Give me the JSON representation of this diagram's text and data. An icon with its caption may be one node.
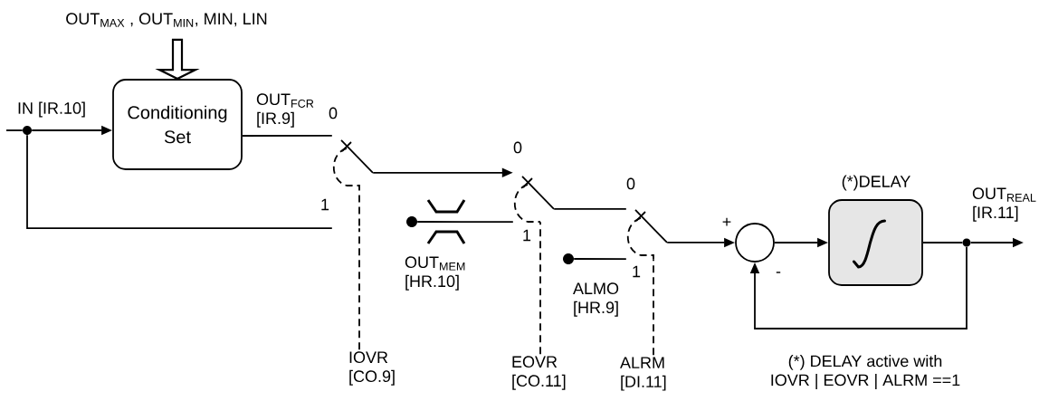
{
  "diagram": {
    "nodes": [
      {
        "text": [
          "OUT$_{MAX}$ , OUT$_{MIN}$, MIN, LIN"
        ]
      },
      {
        "text": [],
        "shape": "dot"
      },
      {
        "text": [
          "Conditioning Set"
        ]
      },
      {
        "text": [],
        "shape": "switch",
        "beside": [
          "0",
          "1"
        ]
      },
      {
        "text": [
          "IOVR [CO.9]"
        ]
      },
      {
        "text": [],
        "shape": "dot",
        "beside": [
          "OUT$_{MEM}$ [HR.10]"
        ]
      },
      {
        "text": [],
        "shape": "switch",
        "beside": [
          "0",
          "1"
        ]
      },
      {
        "text": [
          "EOVR [CO.11]"
        ]
      },
      {
        "text": [],
        "shape": "dot",
        "beside": [
          "ALMO [HR.9]"
        ]
      },
      {
        "text": [],
        "shape": "switch",
        "beside": [
          "0",
          "1"
        ]
      },
      {
        "text": [
          "ALRM [DI.11]"
        ]
      },
      {
        "text": [],
        "shape": "circle",
        "beside": [
          "+",
          "-"
        ]
      },
      {
        "text": [
          "(*)DELAY"
        ]
      },
      {
        "text": [],
        "shape": "dot"
      }
    ],
    "edges": [
      {
        "from": null,
        "to": 1,
        "arrow": "none"
      },
      {
        "from": 1,
        "to": 2,
        "arrow": "to",
        "label": "IN [IR.10]"
      },
      {
        "from": 1,
        "to": 3,
        "arrow": "none"
      },
      {
        "from": 0,
        "to": 2,
        "arrow": "to",
        "style": "thick"
      },
      {
        "from": 2,
        "to": 3,
        "arrow": "none",
        "label": "OUT$_{FCR}$ [IR.9]"
      },
      {
        "from": 4,
        "to": 3,
        "arrow": "none",
        "style": "dashed"
      },
      {
        "from": 3,
        "to": 6,
        "arrow": "to"
      },
      {
        "from": 5,
        "to": 6,
        "arrow": "none"
      },
      {
        "from": 7,
        "to": 6,
        "arrow": "none",
        "style": "dashed"
      },
      {
        "from": 6,
        "to": 9,
        "arrow": "none"
      },
      {
        "from": 8,
        "to": 9,
        "arrow": "none"
      },
      {
        "from": 10,
        "to": 9,
        "arrow": "none",
        "style": "dashed"
      },
      {
        "from": 9,
        "to": 11,
        "arrow": "to"
      },
      {
        "from": 11,
        "to": 12,
        "arrow": "to"
      },
      {
        "from": 12,
        "to": 13,
        "arrow": "none"
      },
      {
        "from": 13,
        "to": null,
        "arrow": "to",
        "label": "OUT$_{REAL}$ [IR.11]"
      },
      {
        "from": 13,
        "to": 11,
        "arrow": "to"
      }
    ],
    "labels": [
      "(*) DELAY active with IOVR | EOVR | ALRM ==1"
    ]
  }
}
